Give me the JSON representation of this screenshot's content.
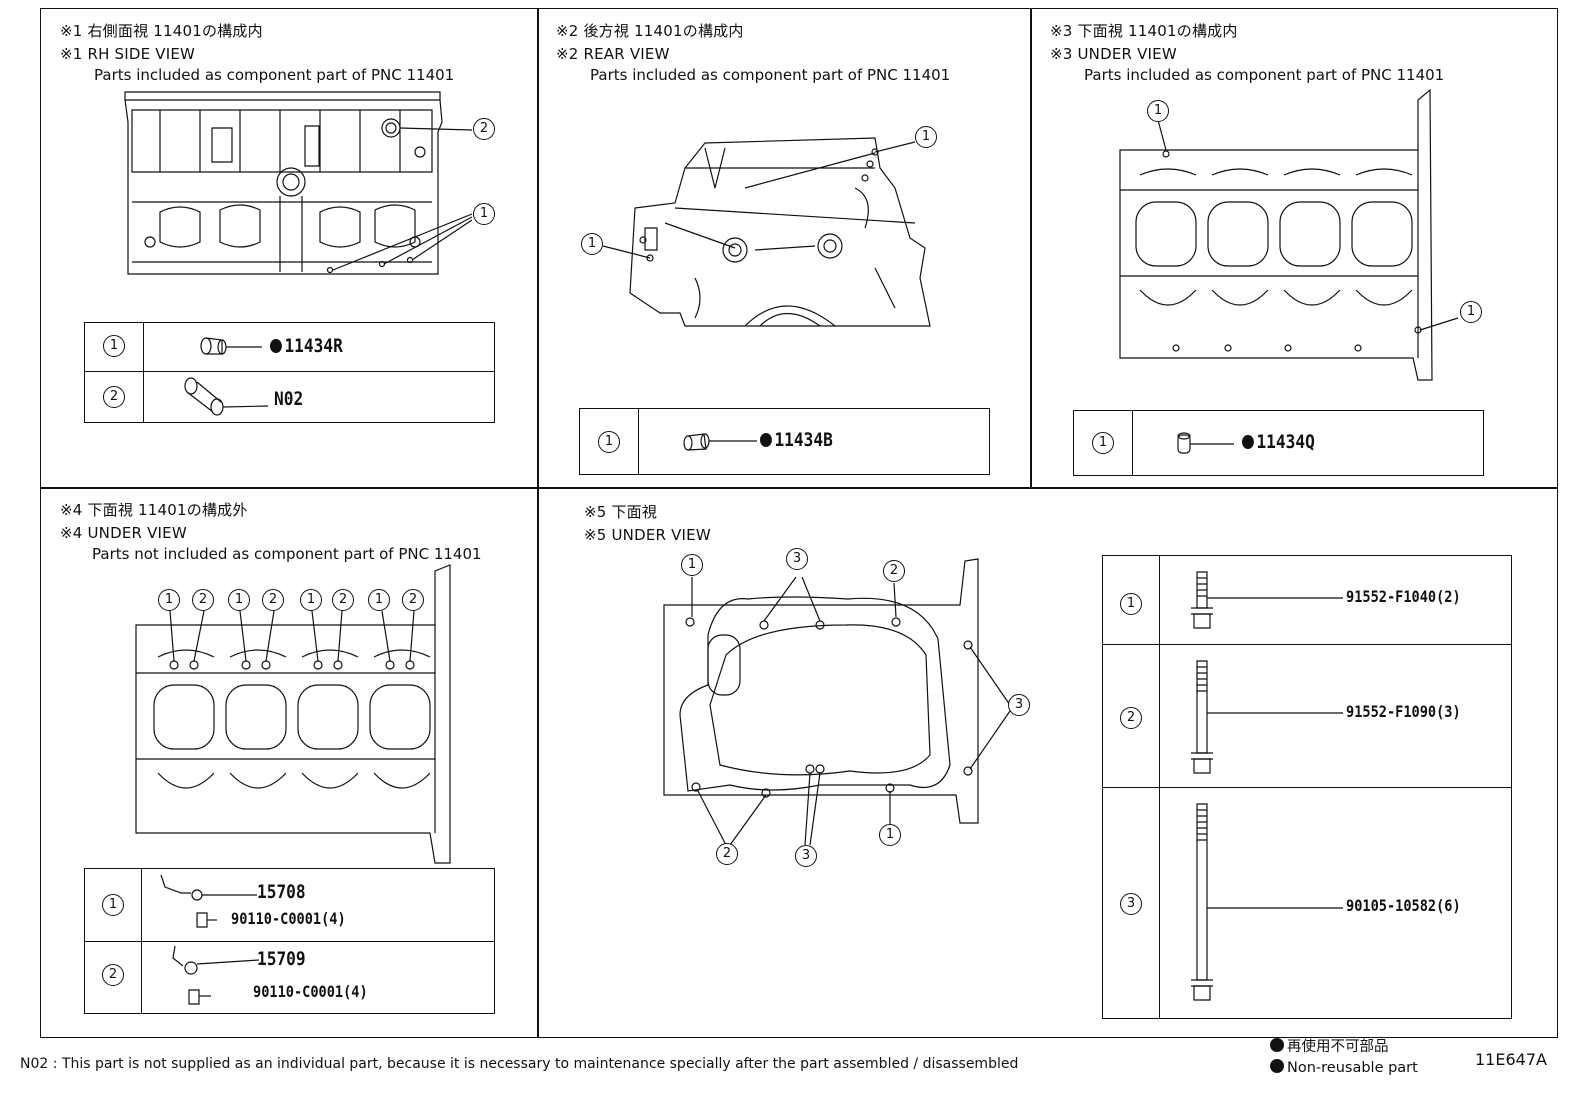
{
  "panels": {
    "p1": {
      "title_jp": "※1 右側面視 11401の構成内",
      "title_en": "※1 RH SIDE VIEW",
      "subtitle": "Parts included as component part of PNC 11401",
      "rows": [
        {
          "num": "1",
          "code": "11434R",
          "nonreusable": true
        },
        {
          "num": "2",
          "code": "N02",
          "nonreusable": false
        }
      ]
    },
    "p2": {
      "title_jp": "※2 後方視 11401の構成内",
      "title_en": "※2 REAR VIEW",
      "subtitle": "Parts included as component part of PNC 11401",
      "rows": [
        {
          "num": "1",
          "code": "11434B",
          "nonreusable": true
        }
      ]
    },
    "p3": {
      "title_jp": "※3 下面視 11401の構成内",
      "title_en": "※3 UNDER VIEW",
      "subtitle": "Parts included as component part of PNC 11401",
      "rows": [
        {
          "num": "1",
          "code": "11434Q",
          "nonreusable": true
        }
      ]
    },
    "p4": {
      "title_jp": "※4 下面視 11401の構成外",
      "title_en": "※4 UNDER VIEW",
      "subtitle": "Parts not included as component part of PNC 11401",
      "rows": [
        {
          "num": "1",
          "code": "15708",
          "sub": "90110-C0001(4)"
        },
        {
          "num": "2",
          "code": "15709",
          "sub": "90110-C0001(4)"
        }
      ]
    },
    "p5": {
      "title_jp": "※5 下面視",
      "title_en": "※5 UNDER VIEW",
      "rows": [
        {
          "num": "1",
          "code": "91552-F1040(2)"
        },
        {
          "num": "2",
          "code": "91552-F1090(3)"
        },
        {
          "num": "3",
          "code": "90105-10582(6)"
        }
      ]
    }
  },
  "callouts": {
    "one": "1",
    "two": "2",
    "three": "3"
  },
  "footer": {
    "note": "N02 : This part is not supplied as an individual part, because it is necessary to maintenance specially after the part assembled / disassembled",
    "legend_jp": "再使用不可部品",
    "legend_en": "Non-reusable part",
    "figure_code": "11E647A"
  }
}
